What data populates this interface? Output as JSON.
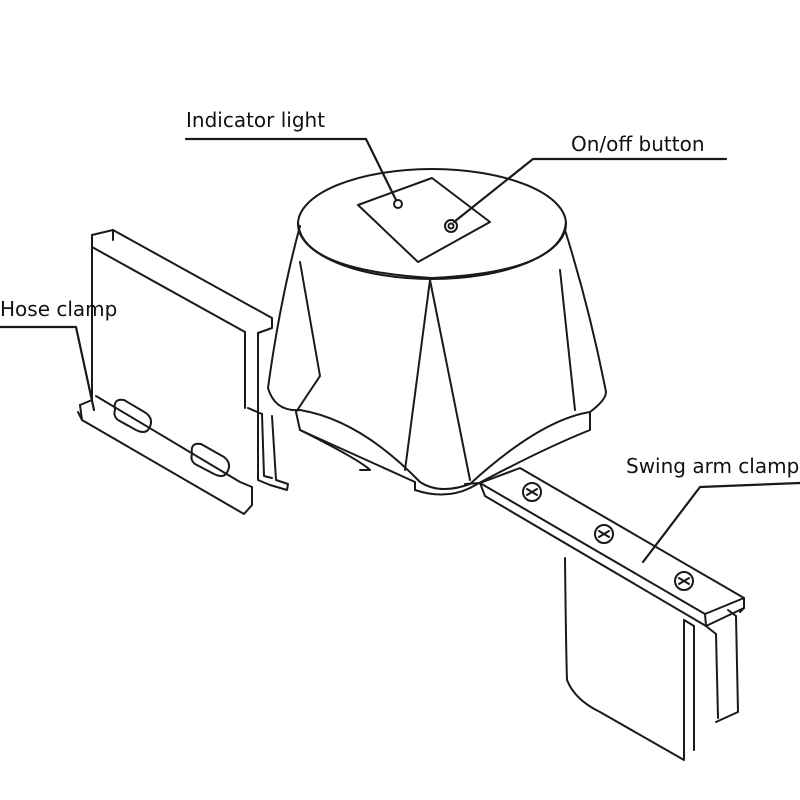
{
  "callouts": {
    "indicator_light": "Indicator light",
    "on_off_button": "On/off button",
    "hose_clamp": "Hose clamp",
    "swing_arm_clamp": "Swing arm clamp"
  },
  "colors": {
    "line": "#1a1a1a",
    "background": "#ffffff"
  }
}
